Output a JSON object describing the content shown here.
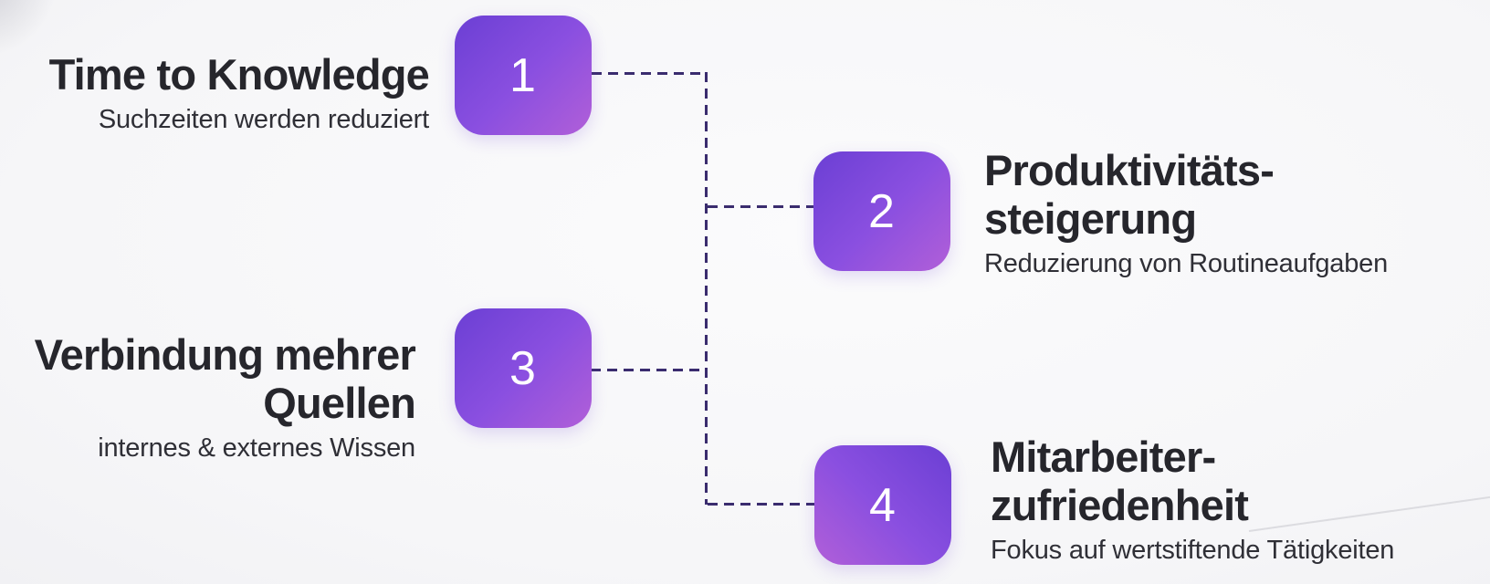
{
  "colors": {
    "background": "#f7f7f8",
    "title_text": "#26262c",
    "subtitle_text": "#2f2f36",
    "connector_dash": "#3a2c6e",
    "square_gradient_start": "#6b3fd4",
    "square_gradient_mid": "#8a4fe0",
    "square_gradient_end": "#b15fd8",
    "number_text": "#ffffff"
  },
  "items": [
    {
      "number": "1",
      "title_lines": [
        "Time to Knowledge"
      ],
      "subtitle": "Suchzeiten werden reduziert",
      "side": "left"
    },
    {
      "number": "2",
      "title_lines": [
        "Produktivitäts-",
        "steigerung"
      ],
      "subtitle": "Reduzierung von Routineaufgaben",
      "side": "right"
    },
    {
      "number": "3",
      "title_lines": [
        "Verbindung mehrer",
        "Quellen"
      ],
      "subtitle": "internes & externes Wissen",
      "side": "left"
    },
    {
      "number": "4",
      "title_lines": [
        "Mitarbeiter-",
        "zufriedenheit"
      ],
      "subtitle": "Fokus auf wertstiftende Tätigkeiten",
      "side": "right"
    }
  ]
}
